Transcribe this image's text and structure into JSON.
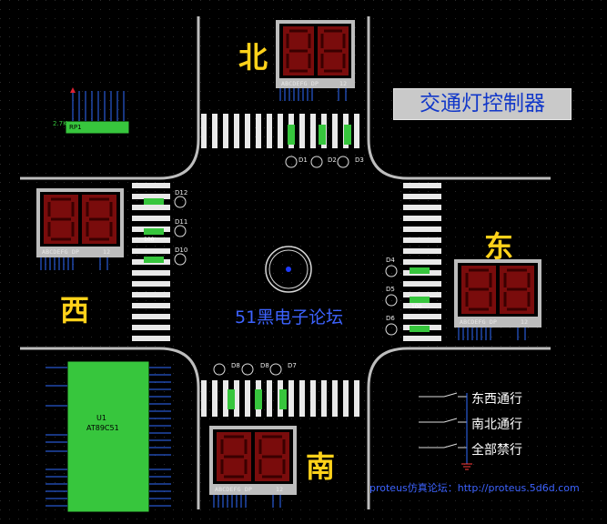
{
  "title": "交通灯控制器",
  "forum_label": "51黑电子论坛",
  "footer": "proteus仿真论坛：http://proteus.5d6d.com",
  "directions": {
    "north": "北",
    "east": "东",
    "west": "西",
    "south": "南"
  },
  "switches": [
    "东西通行",
    "南北通行",
    "全部禁行"
  ],
  "display_label": "ABCDEFG  DP",
  "display_pins": "12",
  "resistor_network": {
    "ref": "RP1",
    "value": "2.7K"
  },
  "mcu": {
    "ref": "U1",
    "part": "AT89C51"
  },
  "leds_north": [
    "D1",
    "D2",
    "D3"
  ],
  "leds_west": [
    "D12",
    "D11",
    "D10"
  ],
  "leds_east": [
    "D4",
    "D5",
    "D6"
  ],
  "leds_south": [
    "D8",
    "D8",
    "D7"
  ],
  "resistor_value": "100",
  "colors": {
    "background": "#000000",
    "road_edge": "#c8c8c8",
    "stripe": "#e9e9e9",
    "label": "#ffd21a",
    "title_bg": "#c9c9c9",
    "title_text": "#1238c9",
    "segment_bg": "#7a0c0c",
    "chip": "#37c63d",
    "accent_blue": "#3d63ff"
  }
}
